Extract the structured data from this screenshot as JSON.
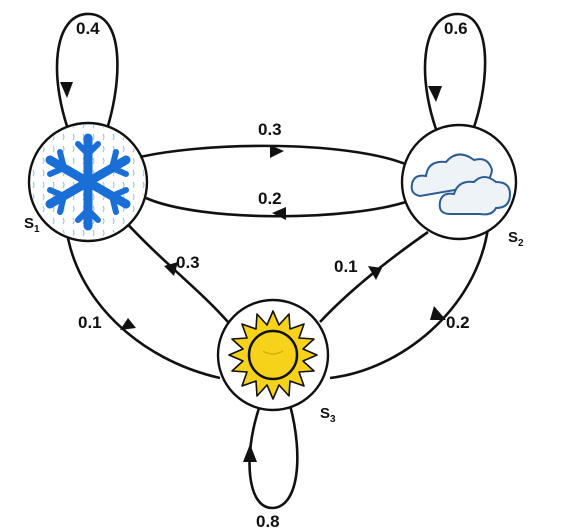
{
  "states": [
    {
      "id": "s1",
      "label": "S",
      "subscript": "1",
      "icon": "snowflake-icon"
    },
    {
      "id": "s2",
      "label": "S",
      "subscript": "2",
      "icon": "cloud-icon"
    },
    {
      "id": "s3",
      "label": "S",
      "subscript": "3",
      "icon": "sun-icon"
    }
  ],
  "transitions": {
    "s1_s1": "0.4",
    "s2_s2": "0.6",
    "s3_s3": "0.8",
    "s1_s2": "0.3",
    "s2_s1": "0.2",
    "s1_s3": "0.3",
    "s3_s1": "0.1",
    "s3_s2": "0.1",
    "s2_s3": "0.2"
  },
  "colors": {
    "snowflake": "#1a6fd6",
    "sun_fill": "#f6d21a",
    "cloud_fill": "#eef3f8",
    "cloud_stroke": "#2c5d92",
    "edge": "#111111"
  }
}
